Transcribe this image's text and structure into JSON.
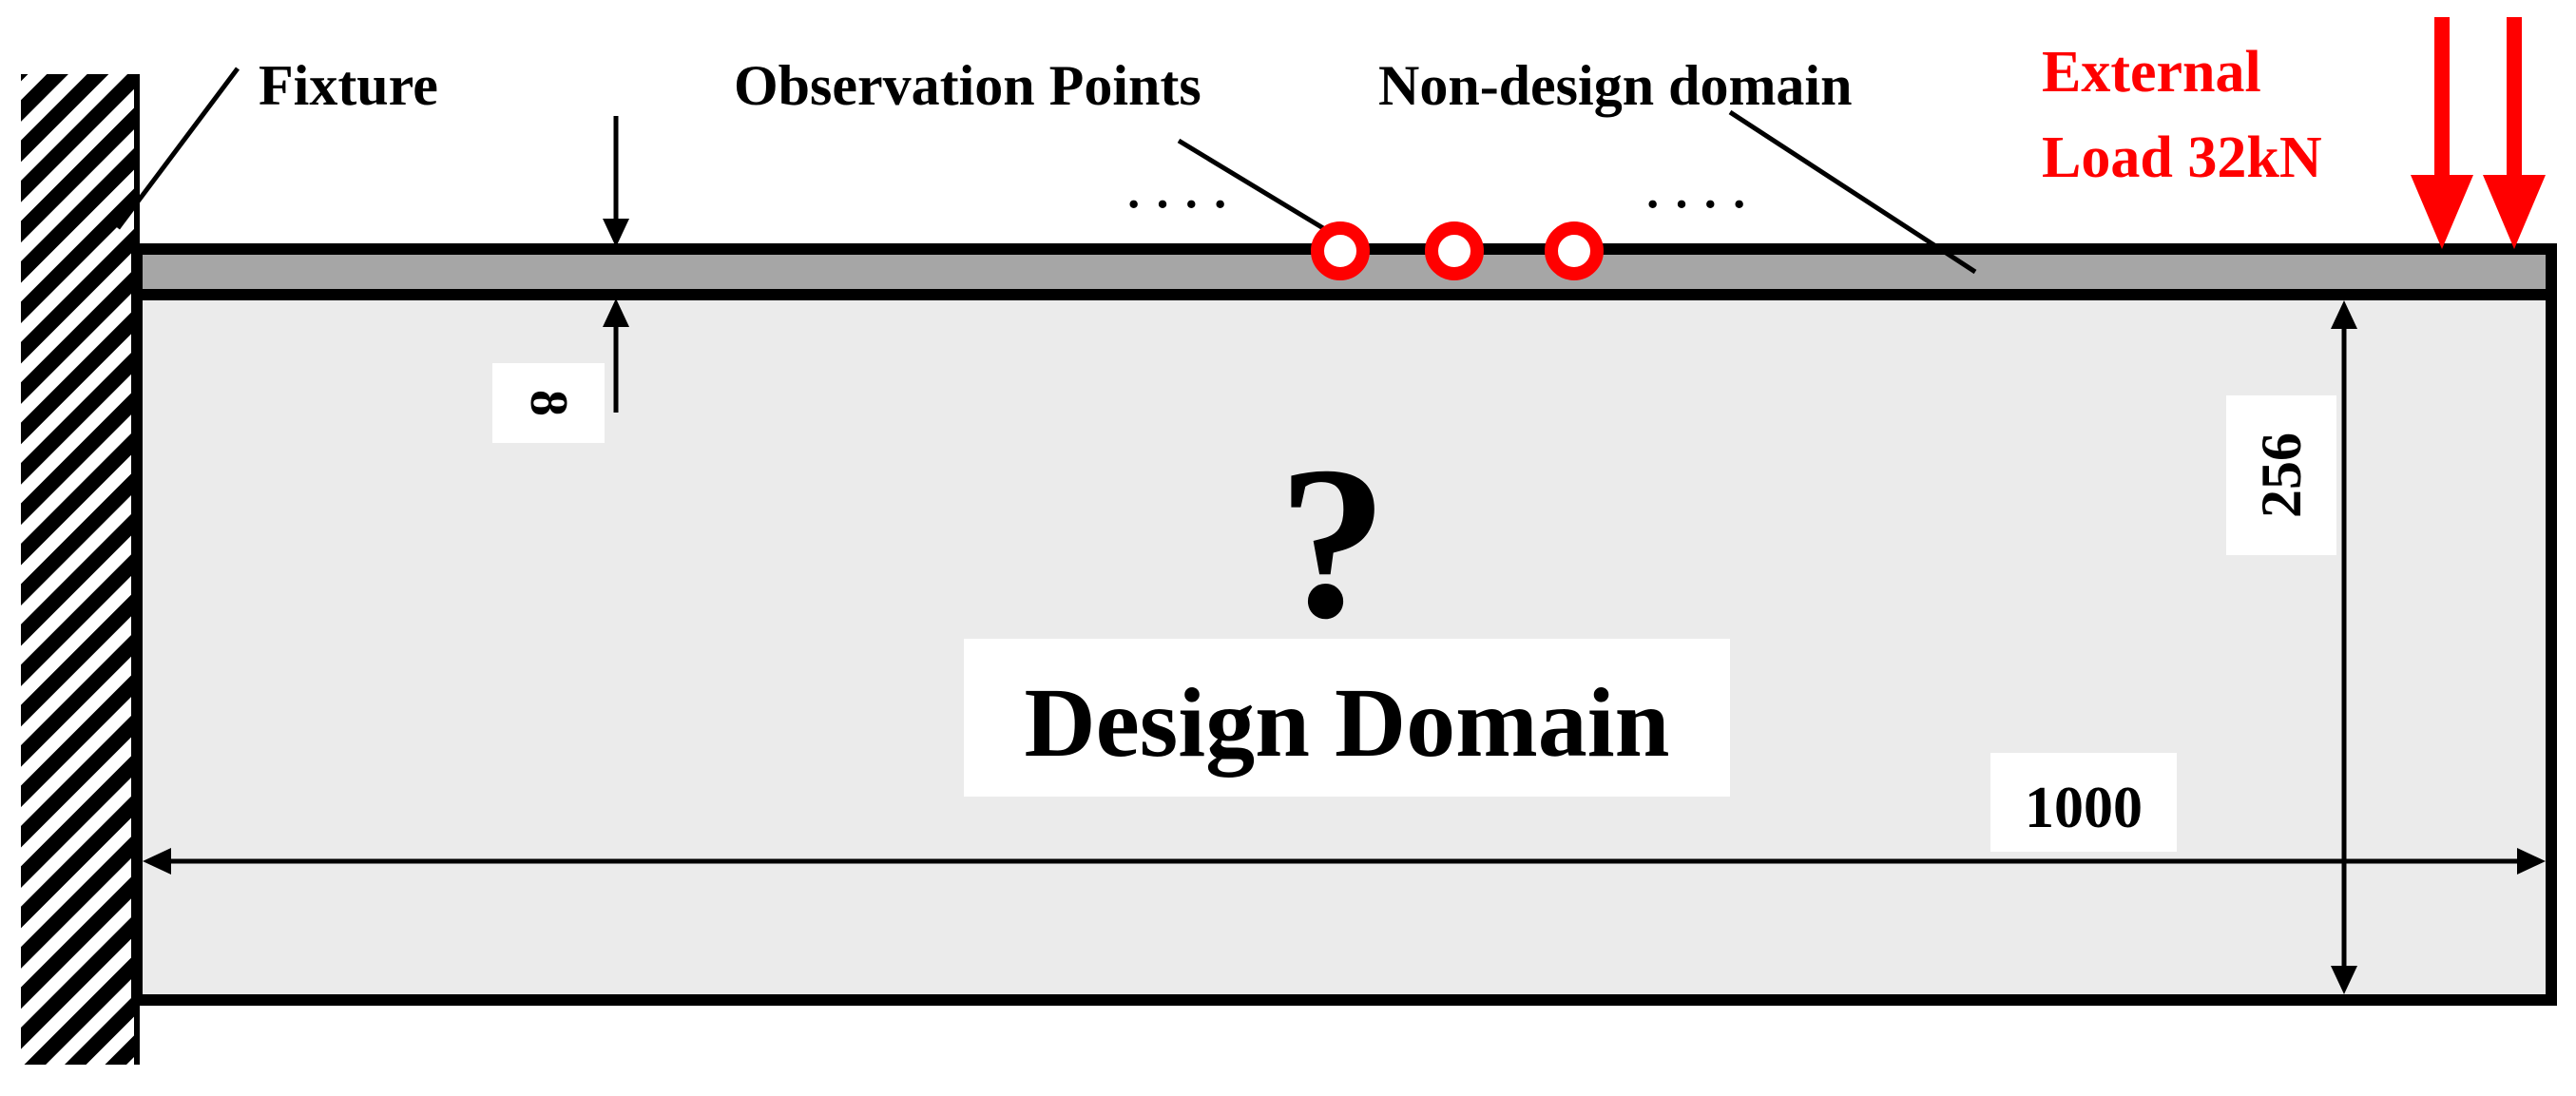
{
  "labels": {
    "fixture": "Fixture",
    "observation_points": "Observation Points",
    "non_design_domain": "Non-design domain",
    "external_load_line1": "External",
    "external_load_line2": "Load 32kN",
    "thickness_value": "8",
    "height_value": "256",
    "width_value": "1000",
    "question_mark": "?",
    "design_domain": "Design Domain",
    "dots": "· · · ·"
  },
  "colors": {
    "load_red": "#ff0000",
    "design_domain_fill": "#ebebeb",
    "non_design_fill": "#a6a6a6",
    "outline": "#000000"
  },
  "observation_point_count": 3
}
